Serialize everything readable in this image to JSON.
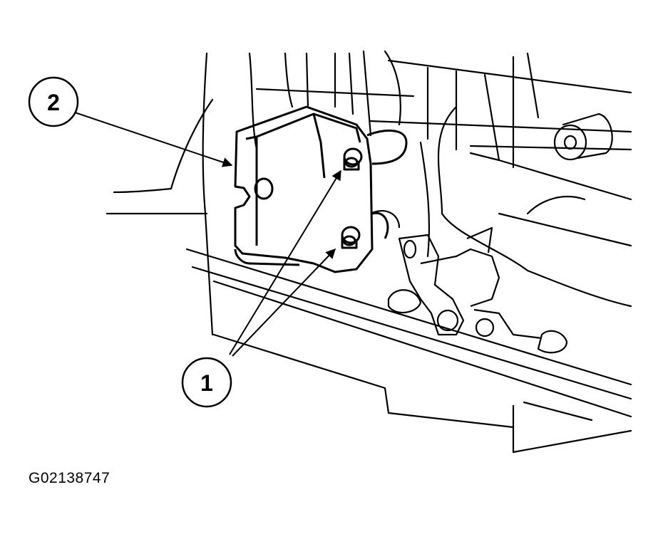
{
  "figure": {
    "id_label": "G02138747",
    "line_color": "#000000",
    "background": "#ffffff"
  },
  "callouts": [
    {
      "number": "1"
    },
    {
      "number": "2"
    }
  ]
}
